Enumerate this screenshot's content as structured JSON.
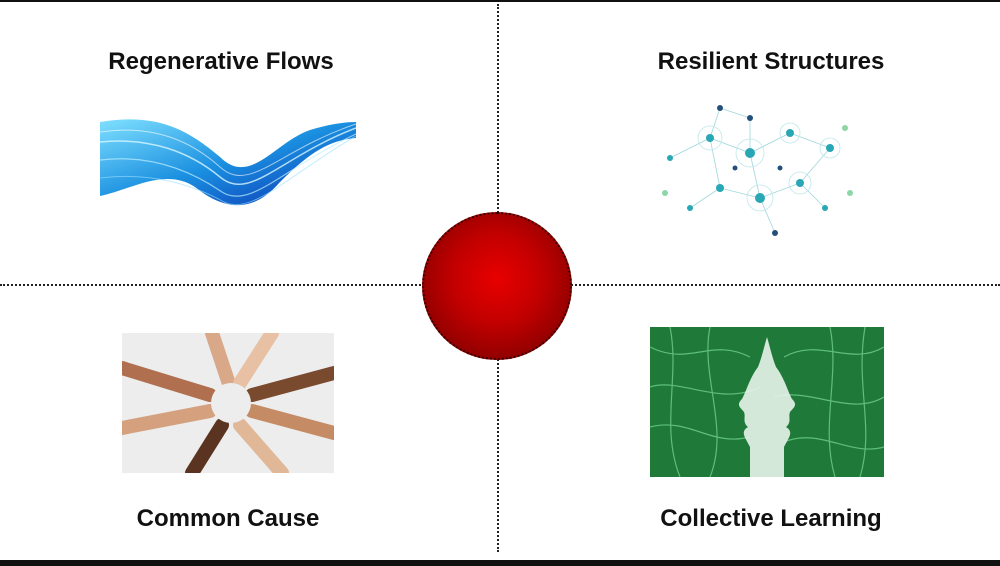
{
  "quadrants": {
    "top_left": {
      "title": "Regenerative Flows",
      "image": "blue-wave-flow"
    },
    "top_right": {
      "title": "Resilient Structures",
      "image": "network-nodes"
    },
    "bottom_left": {
      "title": "Common Cause",
      "image": "joined-fists-circle"
    },
    "bottom_right": {
      "title": "Collective Learning",
      "image": "two-heads-neural-network"
    }
  },
  "colors": {
    "center_circle": "#c20000",
    "wave": "#1a8fe0",
    "network": "#2aa7b5",
    "learning": "#1f7a3a"
  }
}
